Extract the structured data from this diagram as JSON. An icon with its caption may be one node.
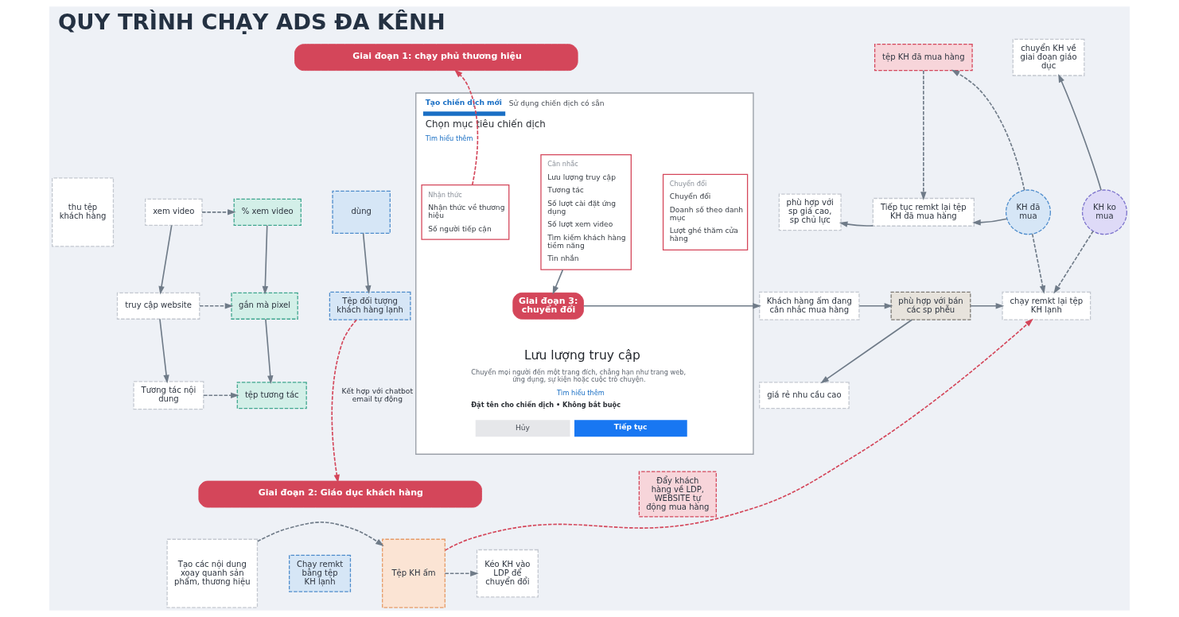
{
  "diagram": {
    "title": "QUY TRÌNH CHẠY ADS ĐA KÊNH",
    "nodes": [
      {
        "text": [
          "Giai đoạn 1: chạy phủ thương hiệu"
        ]
      },
      {
        "text": [
          "thu tệp khách hàng"
        ]
      },
      {
        "text": [
          "xem video"
        ]
      },
      {
        "text": [
          "% xem video"
        ]
      },
      {
        "text": [
          "dùng"
        ]
      },
      {
        "text": [
          "truy cập website"
        ]
      },
      {
        "text": [
          "gắn mà pixel"
        ]
      },
      {
        "text": [
          "Tệp đối tượng khách hàng lạnh"
        ]
      },
      {
        "text": [
          "Tương tác nội dung"
        ]
      },
      {
        "text": [
          "tệp tương tác"
        ]
      },
      {
        "text": [
          "Giai đoạn 2: Giáo dục khách hàng"
        ]
      },
      {
        "text": [
          "Tạo các nội dung xoay quanh sản phẩm, thương hiệu"
        ]
      },
      {
        "text": [
          "Tệp KH ấm"
        ]
      },
      {
        "text": [
          "Kéo KH vào LDP để chuyển đổi"
        ]
      },
      {
        "text": [
          "Chạy remkt bằng tệp KH lạnh"
        ]
      },
      {
        "text": [
          "Tạo chiến dịch mới",
          "Sử dụng chiến dịch có sẵn",
          "Chọn mục tiêu chiến dịch",
          "Tìm hiểu thêm",
          "Lưu lượng truy cập",
          "Chuyển mọi người đến một trang đích, chẳng hạn như trang web, ứng dụng, sự kiện hoặc cuộc trò chuyện.",
          "Tìm hiểu thêm",
          "Đặt tên cho chiến dịch • Không bắt buộc",
          "Hủy",
          "Tiếp tục"
        ]
      },
      {
        "text": [
          "Nhận thức",
          "Nhận thức về thương hiệu",
          "Số người tiếp cận"
        ],
        "in": 15
      },
      {
        "text": [
          "Cân nhắc",
          "Lưu lượng truy cập",
          "Tương tác",
          "Số lượt cài đặt ứng dụng",
          "Số lượt xem video",
          "Tìm kiếm khách hàng tiềm năng",
          "Tin nhắn"
        ],
        "in": 15
      },
      {
        "text": [
          "Chuyển đổi",
          "Chuyển đổi",
          "Doanh số theo danh mục",
          "Lượt ghé thăm cửa hàng"
        ],
        "in": 15
      },
      {
        "text": [
          "Giai đoạn 3: chuyển đổi"
        ],
        "in": 15
      },
      {
        "text": [
          "chuyển KH về giai đoạn giáo dục"
        ]
      },
      {
        "text": [
          "tệp KH đã mua hàng"
        ]
      },
      {
        "text": [
          "phù hợp với sp giá cao, sp chủ lực"
        ]
      },
      {
        "text": [
          "Tiếp tục remkt lại tệp KH đã mua hàng"
        ]
      },
      {
        "text": [
          "KH đã mua"
        ]
      },
      {
        "text": [
          "KH ko mua"
        ]
      },
      {
        "text": [
          "Khách hàng ấm đang cân nhắc mua hàng"
        ]
      },
      {
        "text": [
          "phù hợp với bán các sp phễu"
        ]
      },
      {
        "text": [
          "chạy remkt lại tệp KH lạnh"
        ]
      },
      {
        "text": [
          "giá rẻ nhu cầu cao"
        ]
      },
      {
        "text": [
          "Đẩy khách hàng về LDP, WEBSITE tự động mua hàng"
        ]
      }
    ],
    "edges": [
      {
        "from": 2,
        "to": 3,
        "arrow": "to",
        "style": "dashed"
      },
      {
        "from": 2,
        "to": 5,
        "arrow": "to"
      },
      {
        "from": 3,
        "to": 6,
        "arrow": "to"
      },
      {
        "from": 5,
        "to": 6,
        "arrow": "to",
        "style": "dashed"
      },
      {
        "from": 5,
        "to": 8,
        "arrow": "to"
      },
      {
        "from": 6,
        "to": 9,
        "arrow": "to"
      },
      {
        "from": 8,
        "to": 9,
        "arrow": "to",
        "style": "dashed"
      },
      {
        "from": 4,
        "to": 7,
        "arrow": "to"
      },
      {
        "from": 7,
        "to": 10,
        "arrow": "to",
        "label": "Kết hợp với chatbot email tự động",
        "style": "dashed",
        "color": "#d4465a"
      },
      {
        "from": 11,
        "to": 12,
        "arrow": "to",
        "style": "dashed"
      },
      {
        "from": 12,
        "to": 13,
        "arrow": "to",
        "style": "dashed"
      },
      {
        "from": 12,
        "to": 28,
        "arrow": "to",
        "style": "dashed",
        "color": "#d4465a"
      },
      {
        "from": 16,
        "to": 0,
        "arrow": "to",
        "style": "dashed",
        "color": "#d4465a"
      },
      {
        "from": 17,
        "to": 19,
        "arrow": "to"
      },
      {
        "from": 19,
        "to": 26,
        "arrow": "to"
      },
      {
        "from": 26,
        "to": 27,
        "arrow": "to"
      },
      {
        "from": 27,
        "to": 28,
        "arrow": "to"
      },
      {
        "from": 27,
        "to": 29,
        "arrow": "to"
      },
      {
        "from": 21,
        "to": 23,
        "arrow": "to",
        "style": "dashed"
      },
      {
        "from": 23,
        "to": 22,
        "arrow": "to"
      },
      {
        "from": 24,
        "to": 23,
        "arrow": "to"
      },
      {
        "from": 24,
        "to": 21,
        "arrow": "to",
        "style": "dashed"
      },
      {
        "from": 25,
        "to": 20,
        "arrow": "to"
      },
      {
        "from": 24,
        "to": 28,
        "arrow": "to",
        "style": "dashed"
      },
      {
        "from": 25,
        "to": 28,
        "arrow": "to",
        "style": "dashed"
      }
    ]
  }
}
